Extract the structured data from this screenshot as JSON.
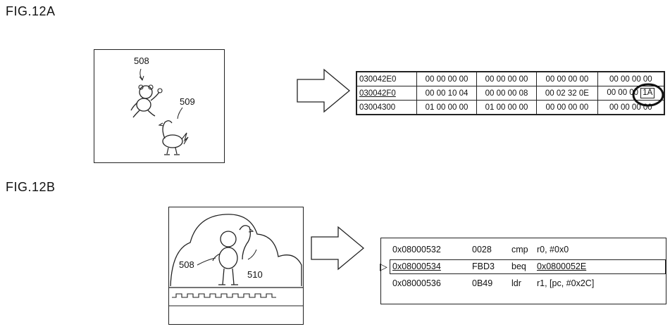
{
  "fig_a": {
    "label": "FIG.12A",
    "ref_508": "508",
    "ref_509": "509",
    "memory": {
      "rows": [
        {
          "address": "030042E0",
          "cells": [
            "00 00 00 00",
            "00 00 00 00",
            "00 00 00 00",
            "00 00 00 00"
          ]
        },
        {
          "address": "030042F0",
          "cells": [
            "00 00 10 04",
            "00 00 00 08",
            "00 02 32 0E",
            "00 00 00"
          ],
          "highlight": "1A"
        },
        {
          "address": "03004300",
          "cells": [
            "01 00 00 00",
            "01 00 00 00",
            "00 00 00 00",
            "00 00 00 00"
          ]
        }
      ]
    }
  },
  "fig_b": {
    "label": "FIG.12B",
    "ref_508": "508",
    "ref_510": "510",
    "disasm": {
      "marker": "▷",
      "lines": [
        {
          "address": "0x08000532",
          "opcode": "0028",
          "mnemonic": "cmp",
          "operands": "r0, #0x0"
        },
        {
          "address": "0x08000534",
          "opcode": "FBD3",
          "mnemonic": "beq",
          "operands": "0x0800052E"
        },
        {
          "address": "0x08000536",
          "opcode": "0B49",
          "mnemonic": "ldr",
          "operands": "r1, [pc, #0x2C]"
        }
      ]
    }
  }
}
